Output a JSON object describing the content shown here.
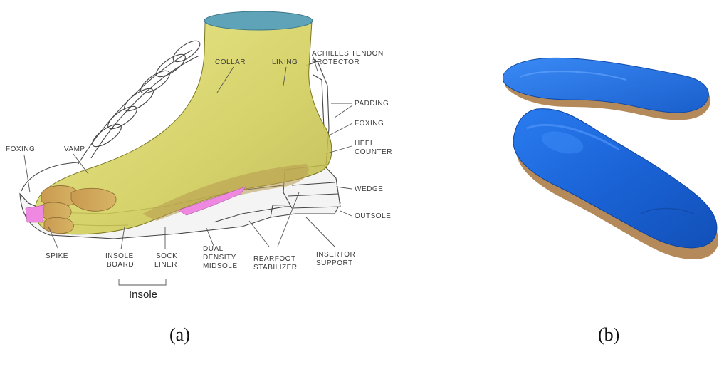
{
  "figure": {
    "panel_a": {
      "caption": "(a)",
      "labels": {
        "collar": "COLLAR",
        "lining": "LINING",
        "achilles_1": "ACHILLES TENDON",
        "achilles_2": "PROTECTOR",
        "padding": "PADDING",
        "foxing_right": "FOXING",
        "heel_1": "HEEL",
        "heel_2": "COUNTER",
        "wedge": "WEDGE",
        "outsole": "OUTSOLE",
        "foxing_left": "FOXING",
        "vamp": "VAMP",
        "spike": "SPIKE",
        "insole_board_1": "INSOLE",
        "insole_board_2": "BOARD",
        "sock_liner_1": "SOCK",
        "sock_liner_2": "LINER",
        "midsole_1": "DUAL",
        "midsole_2": "DENSITY",
        "midsole_3": "MIDSOLE",
        "rearfoot_1": "REARFOOT",
        "rearfoot_2": "STABILIZER",
        "insertor_1": "INSERTOR",
        "insertor_2": "SUPPORT",
        "insole_group": "Insole"
      },
      "colors": {
        "foot": "#d8d55a",
        "ankle_opening": "#5fa3b8",
        "insole_pink": "#ee88e0",
        "toes": "#c9a25a"
      }
    },
    "panel_b": {
      "caption": "(b)",
      "colors": {
        "insole_blue": "#1f6fe0",
        "insole_light": "#4a97ff",
        "cork": "#b58a5a"
      }
    }
  }
}
